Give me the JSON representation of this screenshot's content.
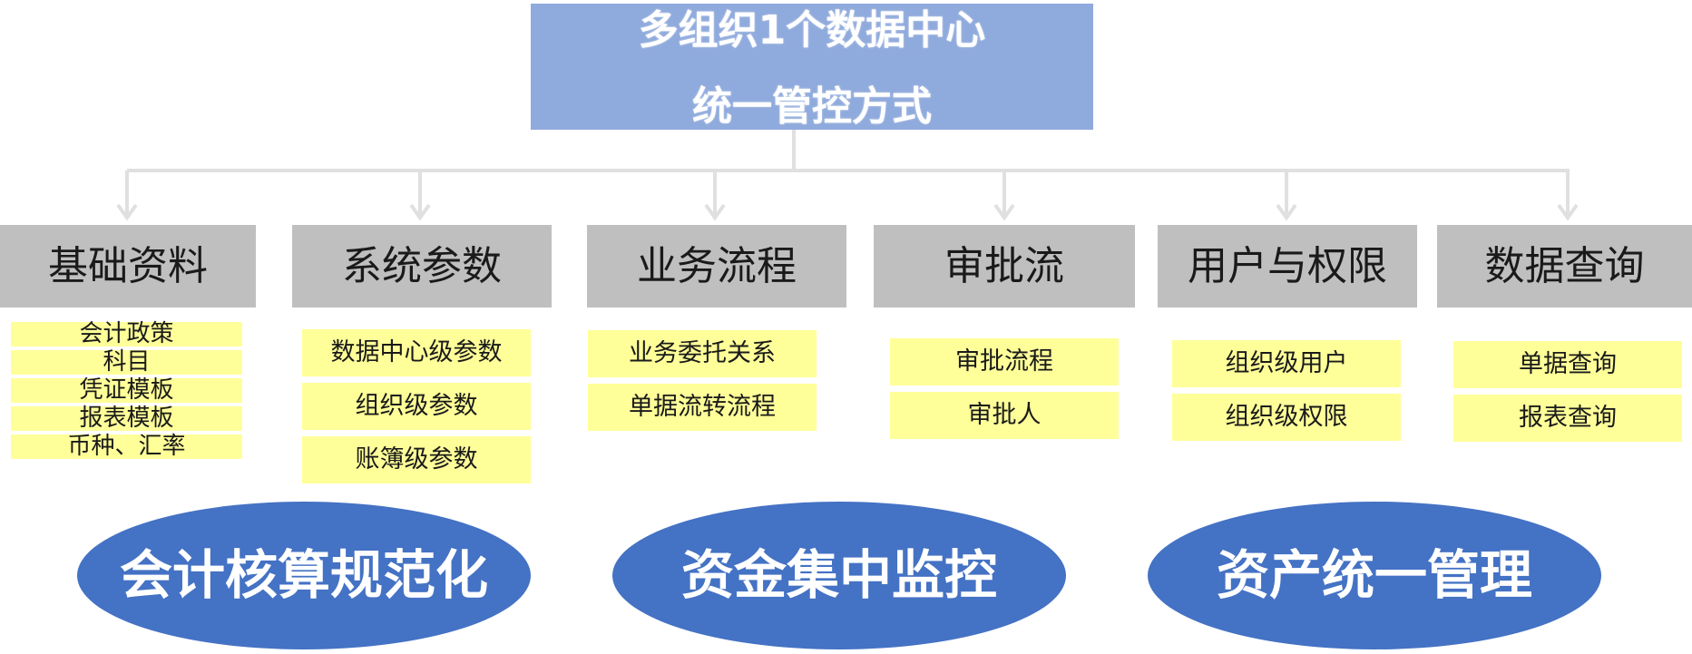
{
  "colors": {
    "title_bg": "#8faadc",
    "category_bg": "#bfbfbf",
    "item_bg": "#ffff99",
    "ellipse_bg": "#4472c4",
    "connector": "#e0e0e0"
  },
  "title": {
    "line1": "多组织1个数据中心",
    "line2": "统一管控方式"
  },
  "categories": [
    {
      "label": "基础资料",
      "items": [
        "会计政策",
        "科目",
        "凭证模板",
        "报表模板",
        "币种、汇率"
      ]
    },
    {
      "label": "系统参数",
      "items": [
        "数据中心级参数",
        "组织级参数",
        "账簿级参数"
      ]
    },
    {
      "label": "业务流程",
      "items": [
        "业务委托关系",
        "单据流转流程"
      ]
    },
    {
      "label": "审批流",
      "items": [
        "审批流程",
        "审批人"
      ]
    },
    {
      "label": "用户与权限",
      "items": [
        "组织级用户",
        "组织级权限"
      ]
    },
    {
      "label": "数据查询",
      "items": [
        "单据查询",
        "报表查询"
      ]
    }
  ],
  "outcomes": [
    "会计核算规范化",
    "资金集中监控",
    "资产统一管理"
  ]
}
